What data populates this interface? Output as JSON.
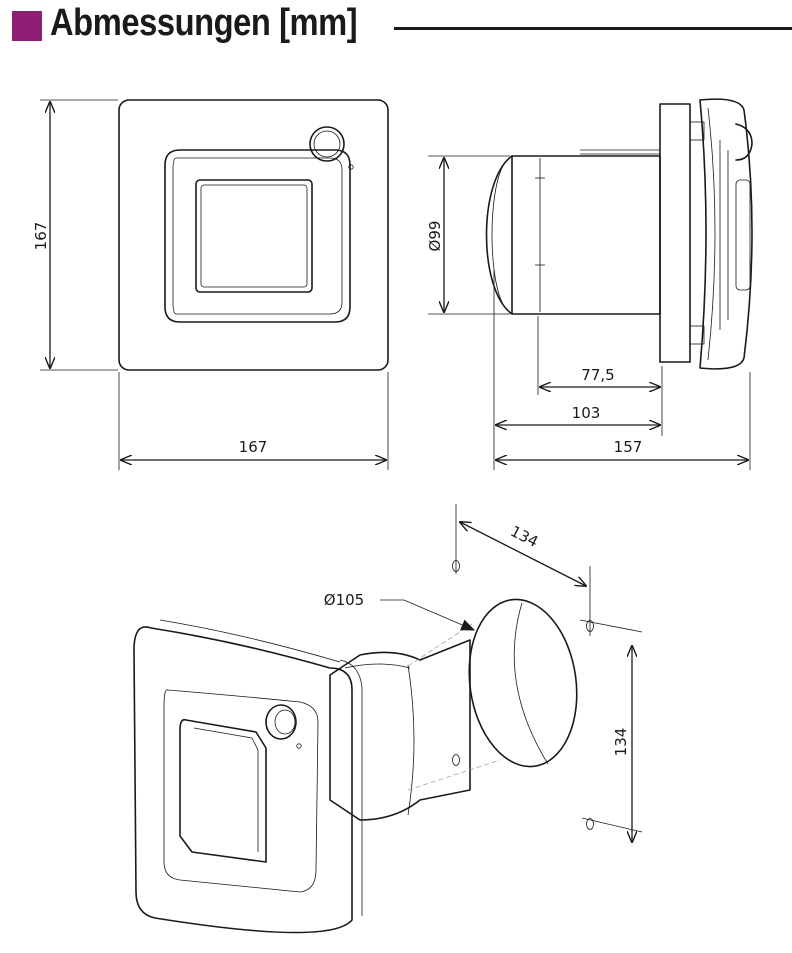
{
  "header": {
    "title": "Abmessungen [mm]",
    "accent_color": "#8e1f74"
  },
  "front_view": {
    "height_label": "167",
    "width_label": "167"
  },
  "side_view": {
    "duct_diameter_label": "Ø99",
    "spigot_length_label": "77,5",
    "body_depth_label": "103",
    "total_depth_label": "157"
  },
  "iso_view": {
    "spigot_diameter_label": "Ø105",
    "hole_spacing_horizontal_label": "134",
    "hole_spacing_vertical_label": "134"
  }
}
